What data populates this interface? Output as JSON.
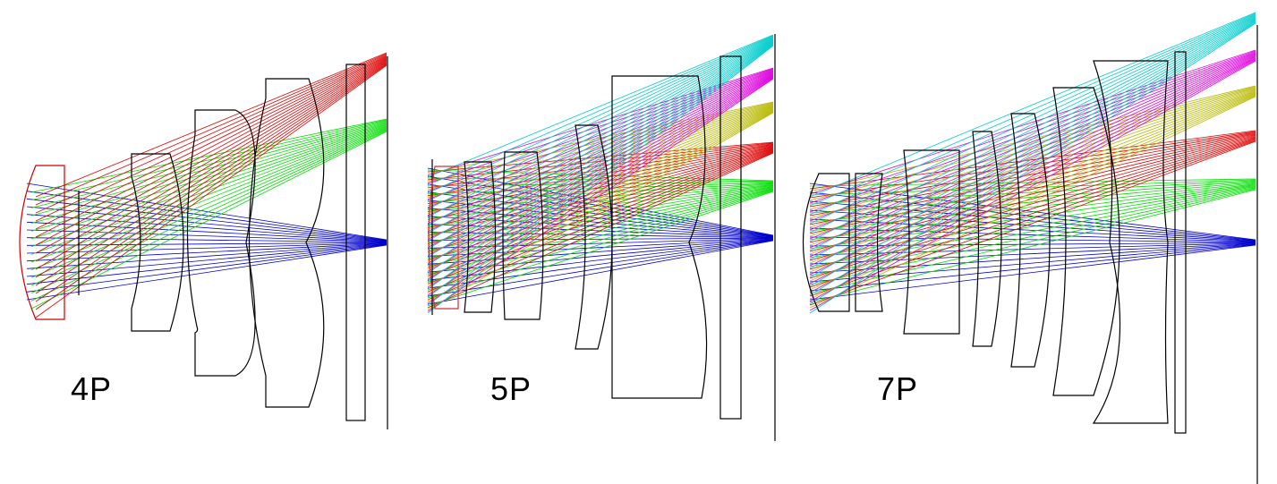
{
  "diagrams": [
    {
      "label": "4P",
      "lens_count": 4
    },
    {
      "label": "5P",
      "lens_count": 5
    },
    {
      "label": "7P",
      "lens_count": 7
    }
  ],
  "colors": {
    "lens_outline": "#000000",
    "first_element_4p": "#cc0000",
    "ray_blue": "#0000cc",
    "ray_green": "#00dd00",
    "ray_red": "#dd0000",
    "ray_yellow": "#b8b800",
    "ray_magenta": "#dd00dd",
    "ray_cyan": "#00cccc"
  },
  "icons": [
    "optical-ray-diagram"
  ]
}
